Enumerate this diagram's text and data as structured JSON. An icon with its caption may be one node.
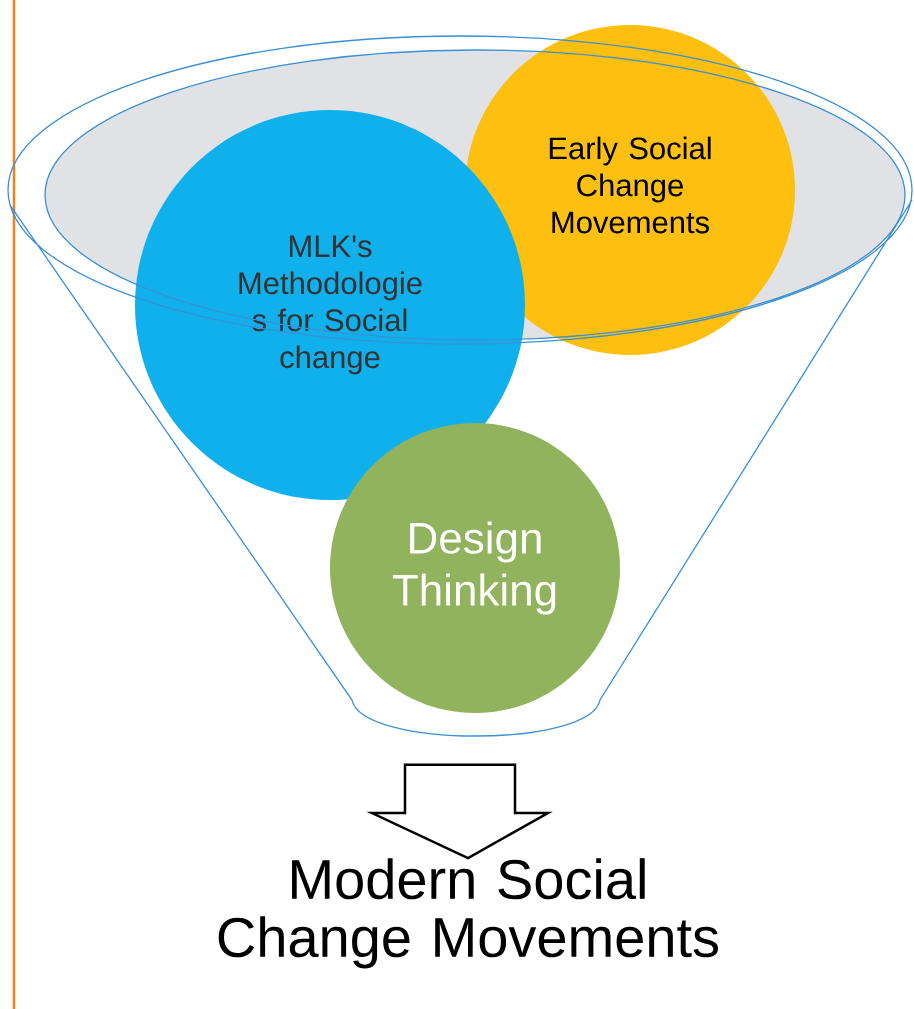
{
  "diagram": {
    "nodes": [
      {
        "text": [],
        "shape": "funnel"
      },
      {
        "text": [
          "Early Social Change Movements"
        ],
        "in": 0
      },
      {
        "text": [
          "MLK's Methodologie s for Social change"
        ],
        "in": 0
      },
      {
        "text": [
          "Design Thinking"
        ],
        "in": 0
      },
      {
        "text": [
          "Modern Social Change Movements"
        ]
      }
    ],
    "edges": [
      {
        "from": 0,
        "to": 4,
        "arrow": "to"
      }
    ]
  }
}
